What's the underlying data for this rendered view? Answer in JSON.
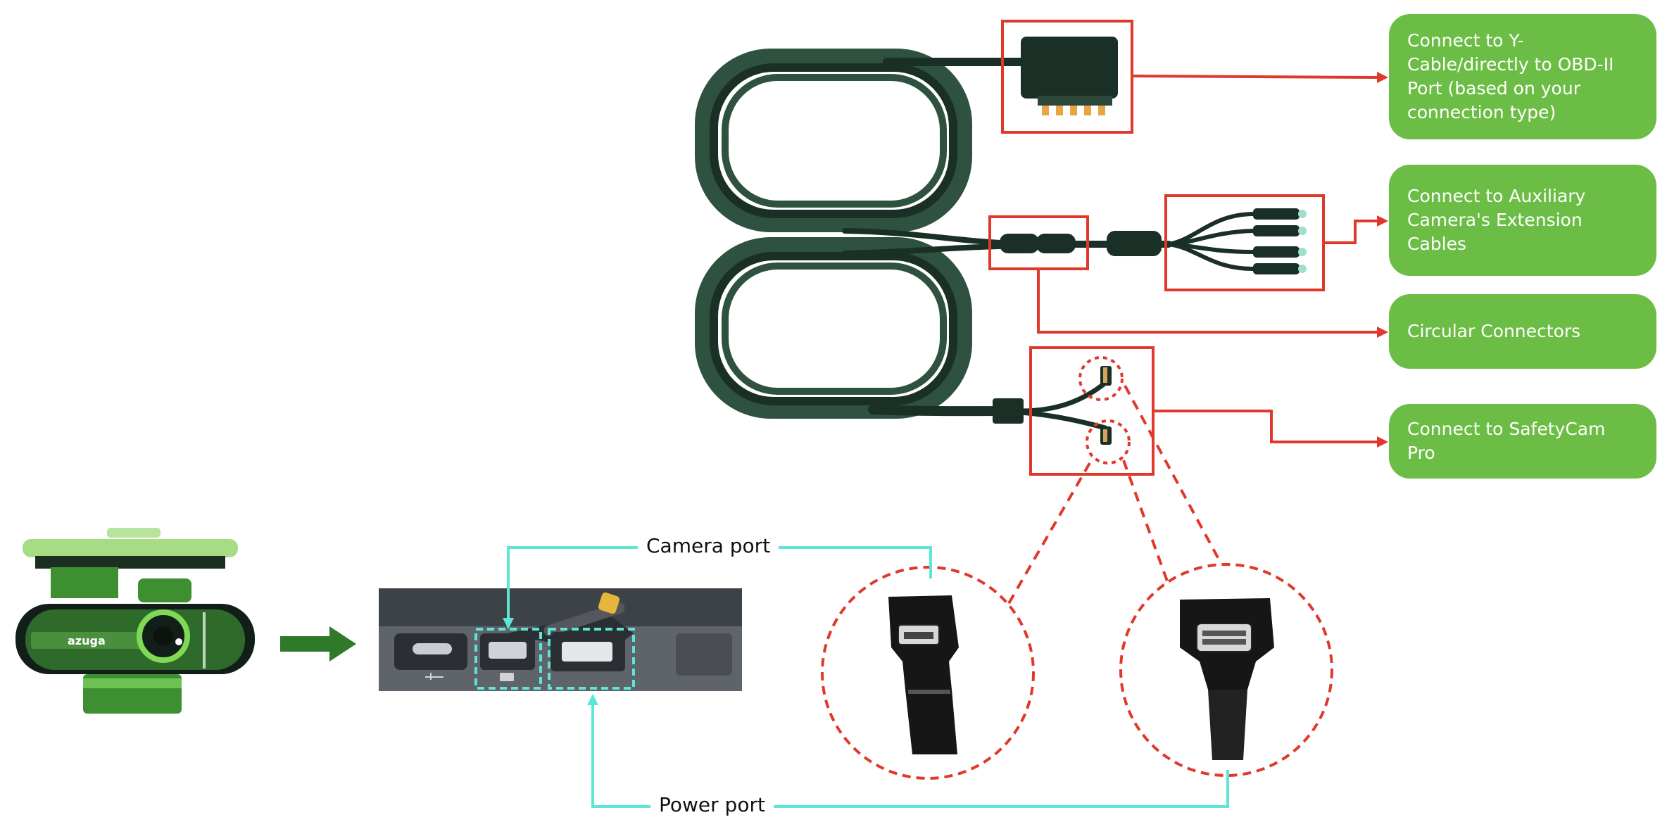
{
  "callouts": {
    "obd": "Connect to Y-Cable/directly to OBD-II Port (based on your connection type)",
    "aux": "Connect to Auxiliary Camera's Extension Cables",
    "circular": "Circular Connectors",
    "safetycam": "Connect to SafetyCam Pro"
  },
  "ports": {
    "camera": "Camera port",
    "power": "Power port"
  },
  "device": {
    "brand": "azuga"
  },
  "colors": {
    "callout_green": "#6cbd45",
    "highlight_red": "#e0392b",
    "pointer_cyan": "#5ce6d6",
    "cable_dark": "#1f3a2e"
  },
  "icons": [
    "arrow-right-icon",
    "usb-icon",
    "camera-icon"
  ]
}
